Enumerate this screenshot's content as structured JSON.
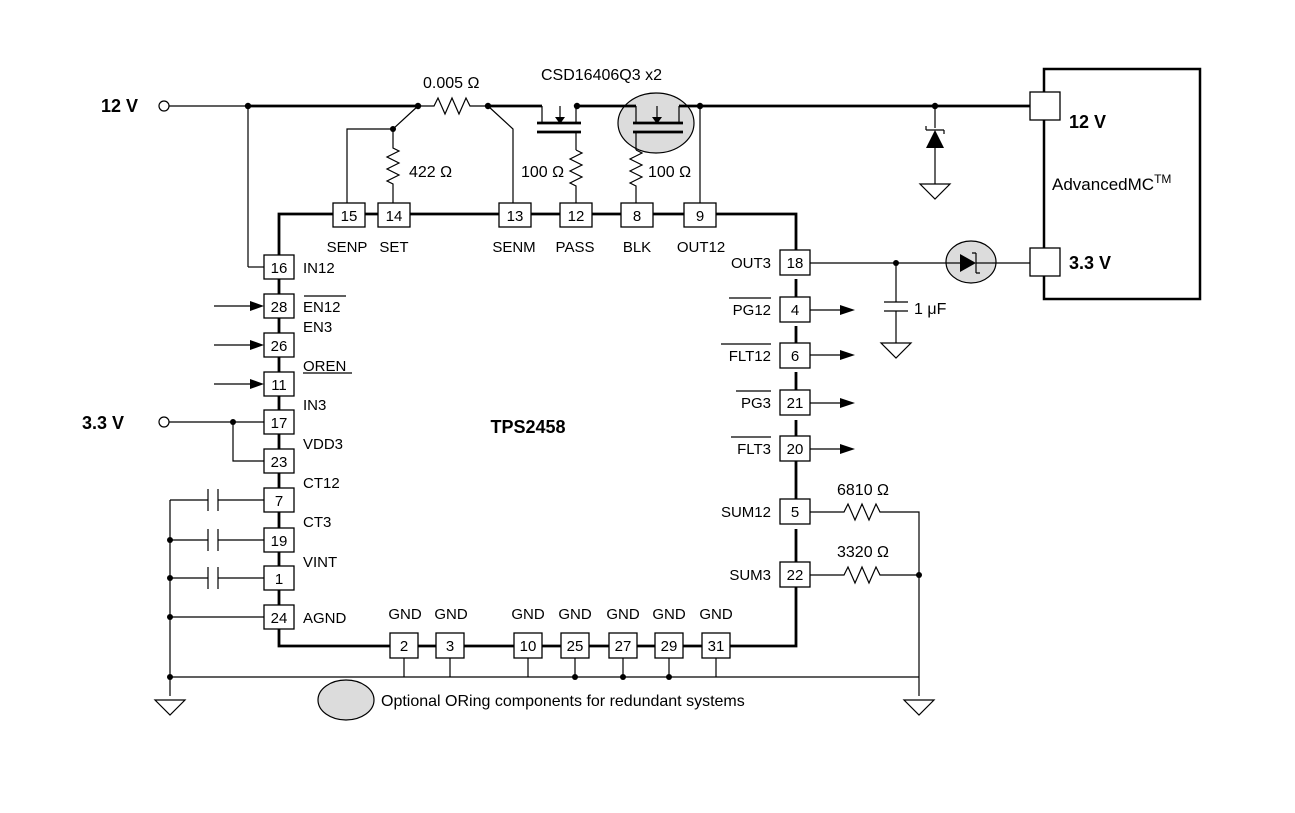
{
  "chip": {
    "name": "TPS2458"
  },
  "sources": {
    "v12": "12 V",
    "v33": "3.3 V"
  },
  "module": {
    "name": "AdvancedMC",
    "tm": "TM",
    "v12": "12 V",
    "v33": "3.3 V"
  },
  "components": {
    "sense_res": "0.005 Ω",
    "mosfet": "CSD16406Q3 x2",
    "set_res": "422 Ω",
    "pass_res": "100 Ω",
    "blk_res": "100 Ω",
    "cap": "1 μF",
    "sum12_res": "6810 Ω",
    "sum3_res": "3320 Ω"
  },
  "top_pins": [
    {
      "num": "15",
      "name": "SENP"
    },
    {
      "num": "14",
      "name": "SET"
    },
    {
      "num": "13",
      "name": "SENM"
    },
    {
      "num": "12",
      "name": "PASS"
    },
    {
      "num": "8",
      "name": "BLK"
    },
    {
      "num": "9",
      "name": "OUT12"
    }
  ],
  "left_pins": [
    {
      "num": "16",
      "name": "IN12"
    },
    {
      "num": "28",
      "name": "EN12"
    },
    {
      "num": "26",
      "name": "EN3"
    },
    {
      "num": "11",
      "name": "OREN"
    },
    {
      "num": "17",
      "name": "IN3"
    },
    {
      "num": "23",
      "name": "VDD3"
    },
    {
      "num": "7",
      "name": "CT12"
    },
    {
      "num": "19",
      "name": "CT3"
    },
    {
      "num": "1",
      "name": "VINT"
    },
    {
      "num": "24",
      "name": "AGND"
    }
  ],
  "right_pins": [
    {
      "num": "18",
      "name": "OUT3"
    },
    {
      "num": "4",
      "name": "PG12"
    },
    {
      "num": "6",
      "name": "FLT12"
    },
    {
      "num": "21",
      "name": "PG3"
    },
    {
      "num": "20",
      "name": "FLT3"
    },
    {
      "num": "5",
      "name": "SUM12"
    },
    {
      "num": "22",
      "name": "SUM3"
    }
  ],
  "bottom_pins": [
    {
      "num": "2",
      "name": "GND"
    },
    {
      "num": "3",
      "name": "GND"
    },
    {
      "num": "10",
      "name": "GND"
    },
    {
      "num": "25",
      "name": "GND"
    },
    {
      "num": "27",
      "name": "GND"
    },
    {
      "num": "29",
      "name": "GND"
    },
    {
      "num": "31",
      "name": "GND"
    }
  ],
  "legend": "Optional ORing components for redundant systems"
}
